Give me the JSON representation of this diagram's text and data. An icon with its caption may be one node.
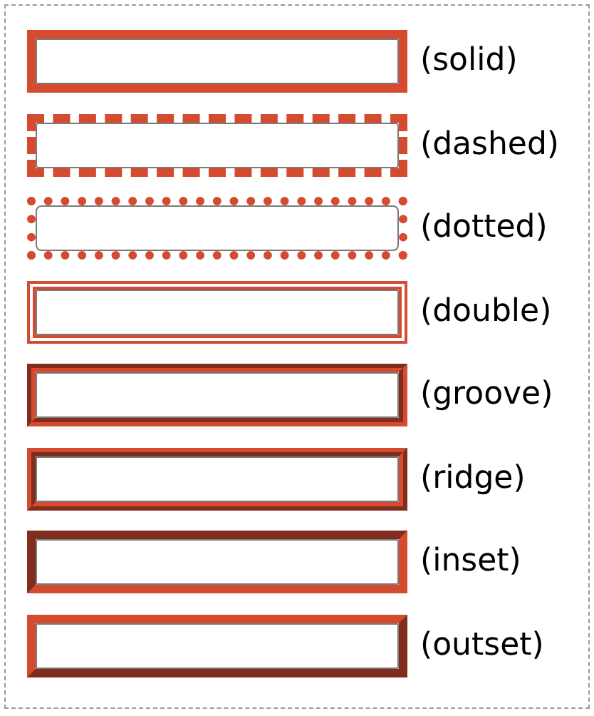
{
  "diagram": {
    "nodes": [
      {
        "text": [],
        "shape": "box",
        "beside": [
          "(solid)"
        ]
      },
      {
        "text": [],
        "shape": "box",
        "beside": [
          "(dashed)"
        ]
      },
      {
        "text": [],
        "shape": "box",
        "beside": [
          "(dotted)"
        ]
      },
      {
        "text": [],
        "shape": "box",
        "beside": [
          "(double)"
        ]
      },
      {
        "text": [],
        "shape": "box",
        "beside": [
          "(groove)"
        ]
      },
      {
        "text": [],
        "shape": "box",
        "beside": [
          "(ridge)"
        ]
      },
      {
        "text": [],
        "shape": "box",
        "beside": [
          "(inset)"
        ]
      },
      {
        "text": [],
        "shape": "box",
        "beside": [
          "(outset)"
        ]
      }
    ]
  }
}
